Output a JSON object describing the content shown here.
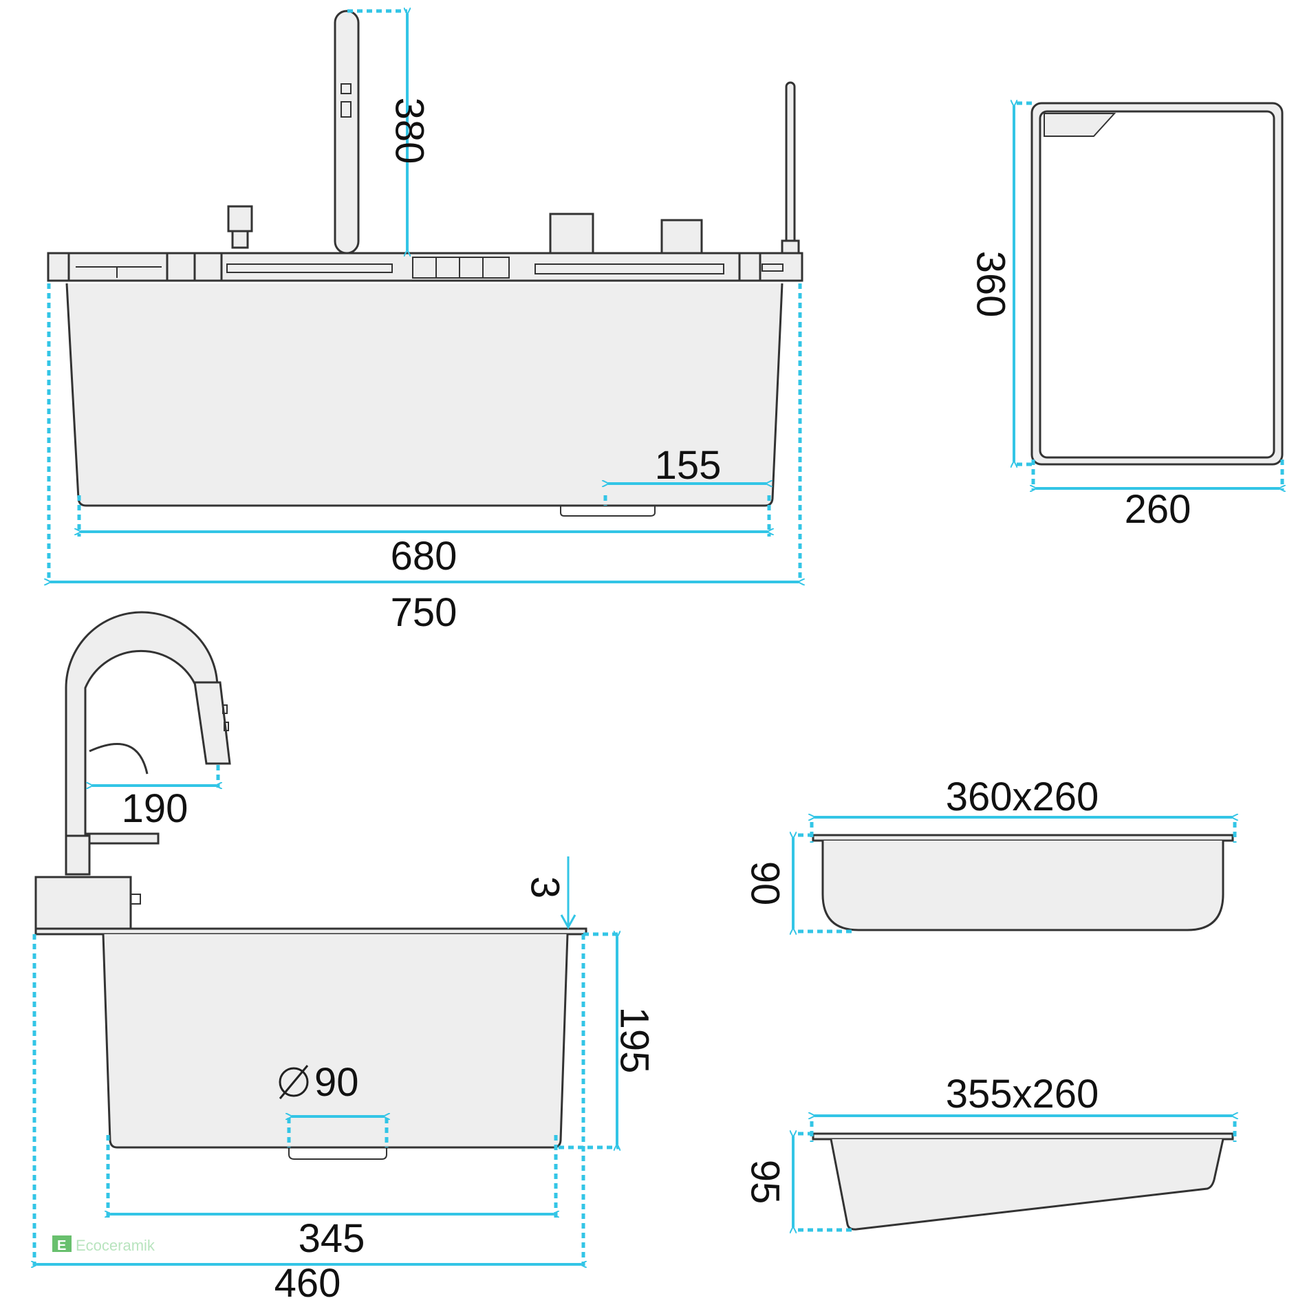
{
  "colors": {
    "dimension": "#33c5e6",
    "outline": "#333333",
    "body_fill": "#eeeeee",
    "watermark": "#43b04a"
  },
  "front_view": {
    "faucet_height": "380",
    "drain_offset": "155",
    "bowl_width": "680",
    "overall_width": "750"
  },
  "cutting_board": {
    "height": "360",
    "width": "260"
  },
  "side_view": {
    "spout_reach": "190",
    "rim_thickness": "3",
    "bowl_depth": "195",
    "drain_diameter": "90",
    "bowl_length": "345",
    "overall_length": "460"
  },
  "tray_1": {
    "size": "360x260",
    "depth": "90"
  },
  "tray_2": {
    "size": "355x260",
    "depth": "95"
  },
  "watermark": {
    "logo_mark": "E",
    "text": "Ecoceramik"
  }
}
